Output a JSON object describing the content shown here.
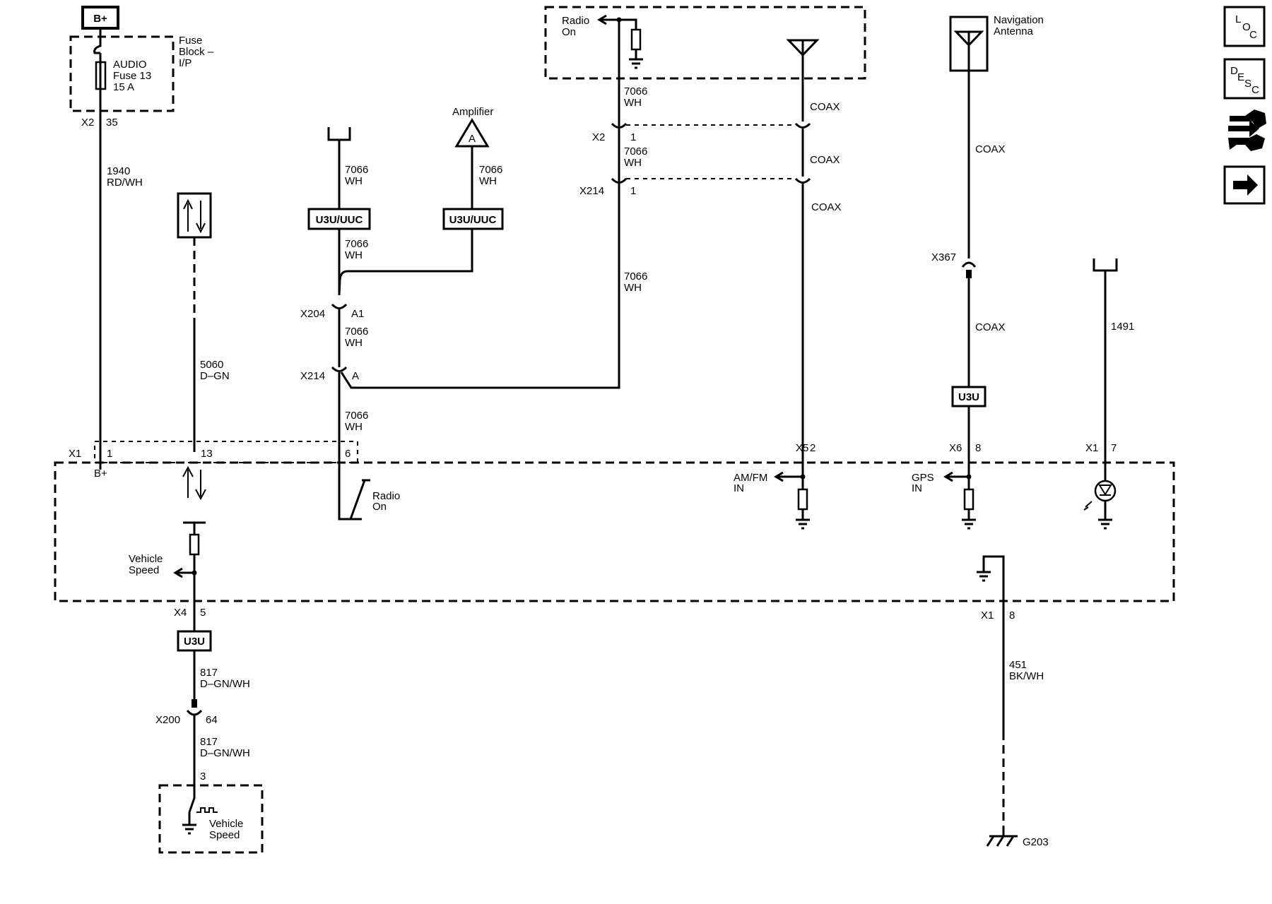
{
  "power": {
    "battery": "B+"
  },
  "fuse_block": {
    "title": [
      "Fuse",
      "Block –",
      "I/P"
    ],
    "fuse": [
      "AUDIO",
      "Fuse 13",
      "15 A"
    ],
    "connector": "X2",
    "pin": "35"
  },
  "wires": {
    "w1940": [
      "1940",
      "RD/WH"
    ],
    "w5060": [
      "5060",
      "D–GN"
    ],
    "w7066": [
      "7066",
      "WH"
    ],
    "w817": [
      "817",
      "D–GN/WH"
    ],
    "w451": [
      "451",
      "BK/WH"
    ],
    "w1491": "1491",
    "coax": "COAX"
  },
  "options": {
    "u3u_uuc": "U3U/UUC",
    "u3u": "U3U"
  },
  "amplifier": {
    "label": "Amplifier",
    "symbol": "A"
  },
  "connectors": {
    "x204": {
      "name": "X204",
      "pin": "A1"
    },
    "x214a": {
      "name": "X214",
      "pin": "A"
    },
    "x2": {
      "name": "X2",
      "pin": "1"
    },
    "x214b": {
      "name": "X214",
      "pin": "1"
    },
    "x367": "X367",
    "x1": {
      "name": "X1",
      "pins": [
        "1",
        "13",
        "6"
      ]
    },
    "x5": {
      "name": "X5",
      "pin": "2"
    },
    "x6": {
      "name": "X6",
      "pin": "8"
    },
    "x1b": {
      "name": "X1",
      "pin": "7"
    },
    "x4": {
      "name": "X4",
      "pin": "5"
    },
    "x200": {
      "name": "X200",
      "pin": "64"
    },
    "x1c": {
      "name": "X1",
      "pin": "8"
    },
    "vss_pin": "3"
  },
  "radio_on_top": [
    "Radio",
    "On"
  ],
  "navigation_antenna": [
    "Navigation",
    "Antenna"
  ],
  "module": {
    "b_plus": "B+",
    "radio_on": [
      "Radio",
      "On"
    ],
    "am_fm": [
      "AM/FM",
      "IN"
    ],
    "gps": [
      "GPS",
      "IN"
    ],
    "vehicle_speed": [
      "Vehicle",
      "Speed"
    ]
  },
  "vss_sensor": [
    "Vehicle",
    "Speed"
  ],
  "ground": "G203",
  "nav_buttons": {
    "loc": [
      "L",
      "O",
      "C"
    ],
    "desc": [
      "D",
      "E",
      "S",
      "C"
    ]
  }
}
